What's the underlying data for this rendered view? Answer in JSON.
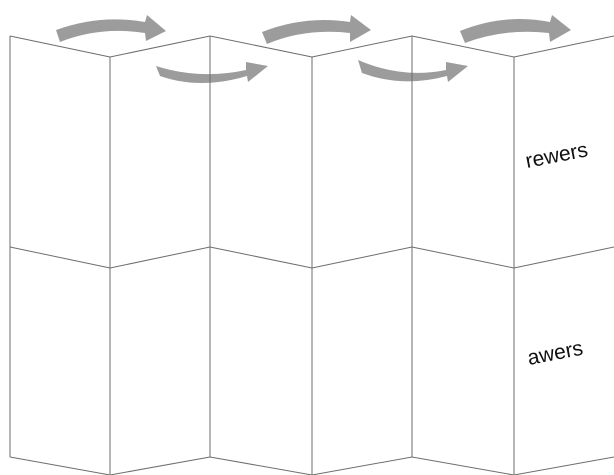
{
  "labels": {
    "back": "rewers",
    "front": "awers"
  },
  "colors": {
    "arrow": "#9c9c9c",
    "fold_lines": "#6e6e6e",
    "background": "#ffffff"
  },
  "icons": {
    "fold_arrow": "curved-right-arrow"
  }
}
